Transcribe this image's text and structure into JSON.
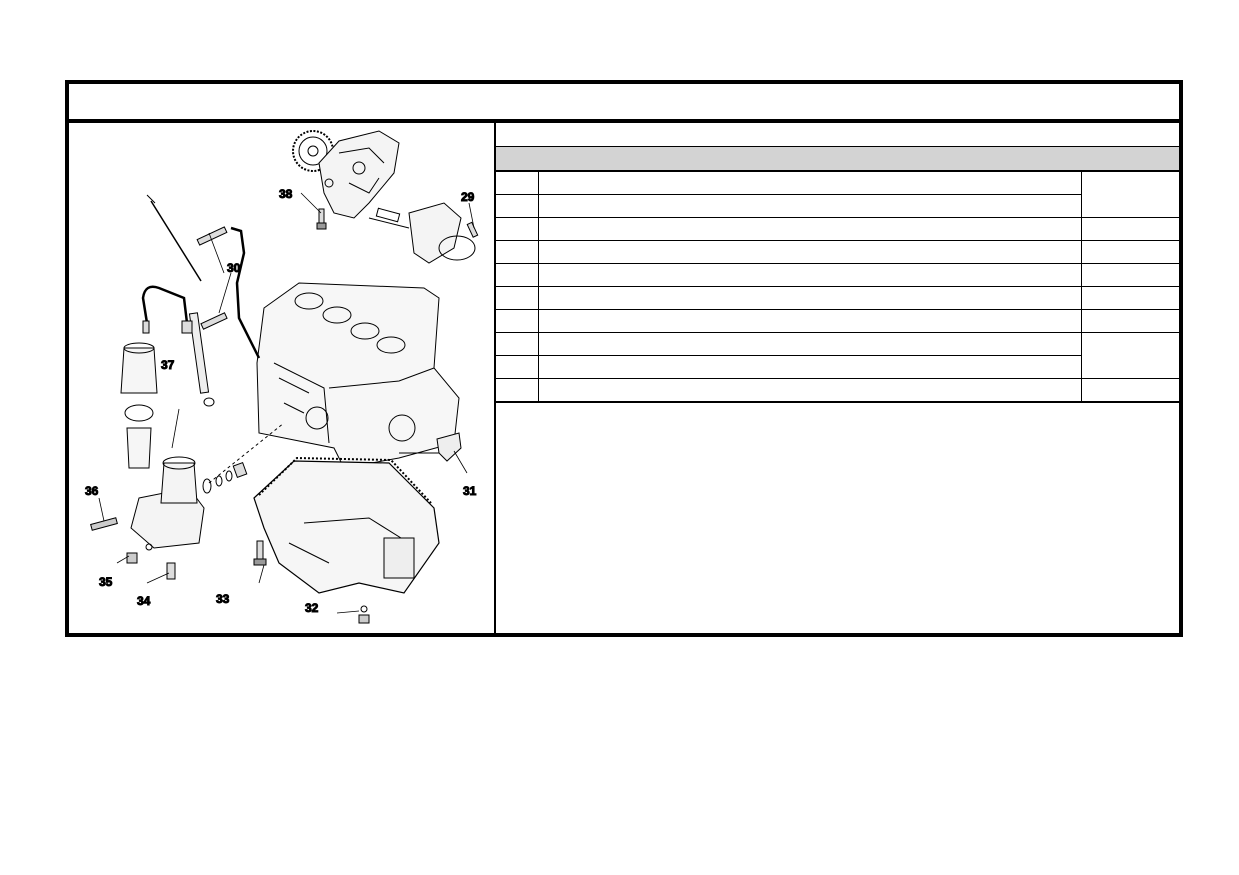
{
  "figure": {
    "callouts": [
      {
        "id": "29",
        "label": "29"
      },
      {
        "id": "30",
        "label": "30"
      },
      {
        "id": "31",
        "label": "31"
      },
      {
        "id": "32",
        "label": "32"
      },
      {
        "id": "33",
        "label": "33"
      },
      {
        "id": "34",
        "label": "34"
      },
      {
        "id": "35",
        "label": "35"
      },
      {
        "id": "36",
        "label": "36"
      },
      {
        "id": "37",
        "label": "37"
      },
      {
        "id": "38",
        "label": "38"
      }
    ]
  },
  "table": {
    "rows": [
      {
        "no": "",
        "description": "",
        "ref": "",
        "ref_rowspan": 2
      },
      {
        "no": "",
        "description": ""
      },
      {
        "no": "",
        "description": "",
        "ref": ""
      },
      {
        "no": "",
        "description": "",
        "ref": ""
      },
      {
        "no": "",
        "description": "",
        "ref": ""
      },
      {
        "no": "",
        "description": "",
        "ref": ""
      },
      {
        "no": "",
        "description": "",
        "ref": ""
      },
      {
        "no": "",
        "description": "",
        "ref": "",
        "ref_rowspan": 2
      },
      {
        "no": "",
        "description": ""
      },
      {
        "no": "",
        "description": "",
        "ref": ""
      }
    ]
  },
  "colors": {
    "border": "#000000",
    "header_band": "#d3d3d3",
    "background": "#ffffff"
  }
}
